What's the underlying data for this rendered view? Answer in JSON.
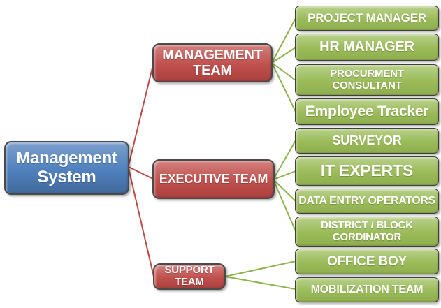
{
  "colors": {
    "root_blue": "#4f81bd",
    "team_red": "#c0504d",
    "leaf_green": "#9bbb59",
    "red_connector": "#bb4a47",
    "green_connector": "#8fb350"
  },
  "root": {
    "label": "Management\nSystem"
  },
  "teams": [
    {
      "label": "MANAGEMENT\nTEAM",
      "children": [
        {
          "label": "PROJECT MANAGER"
        },
        {
          "label": "HR MANAGER"
        },
        {
          "label": "PROCURMENT\nCONSULTANT"
        },
        {
          "label": "Employee Tracker"
        }
      ]
    },
    {
      "label": "EXECUTIVE TEAM",
      "children": [
        {
          "label": "SURVEYOR"
        },
        {
          "label": "IT EXPERTS"
        },
        {
          "label": "DATA ENTRY OPERATORS"
        },
        {
          "label": "DISTRICT / BLOCK\nCORDINATOR"
        }
      ]
    },
    {
      "label": "SUPPORT\nTEAM",
      "children": [
        {
          "label": "OFFICE BOY"
        },
        {
          "label": "MOBILIZATION TEAM"
        }
      ]
    }
  ]
}
